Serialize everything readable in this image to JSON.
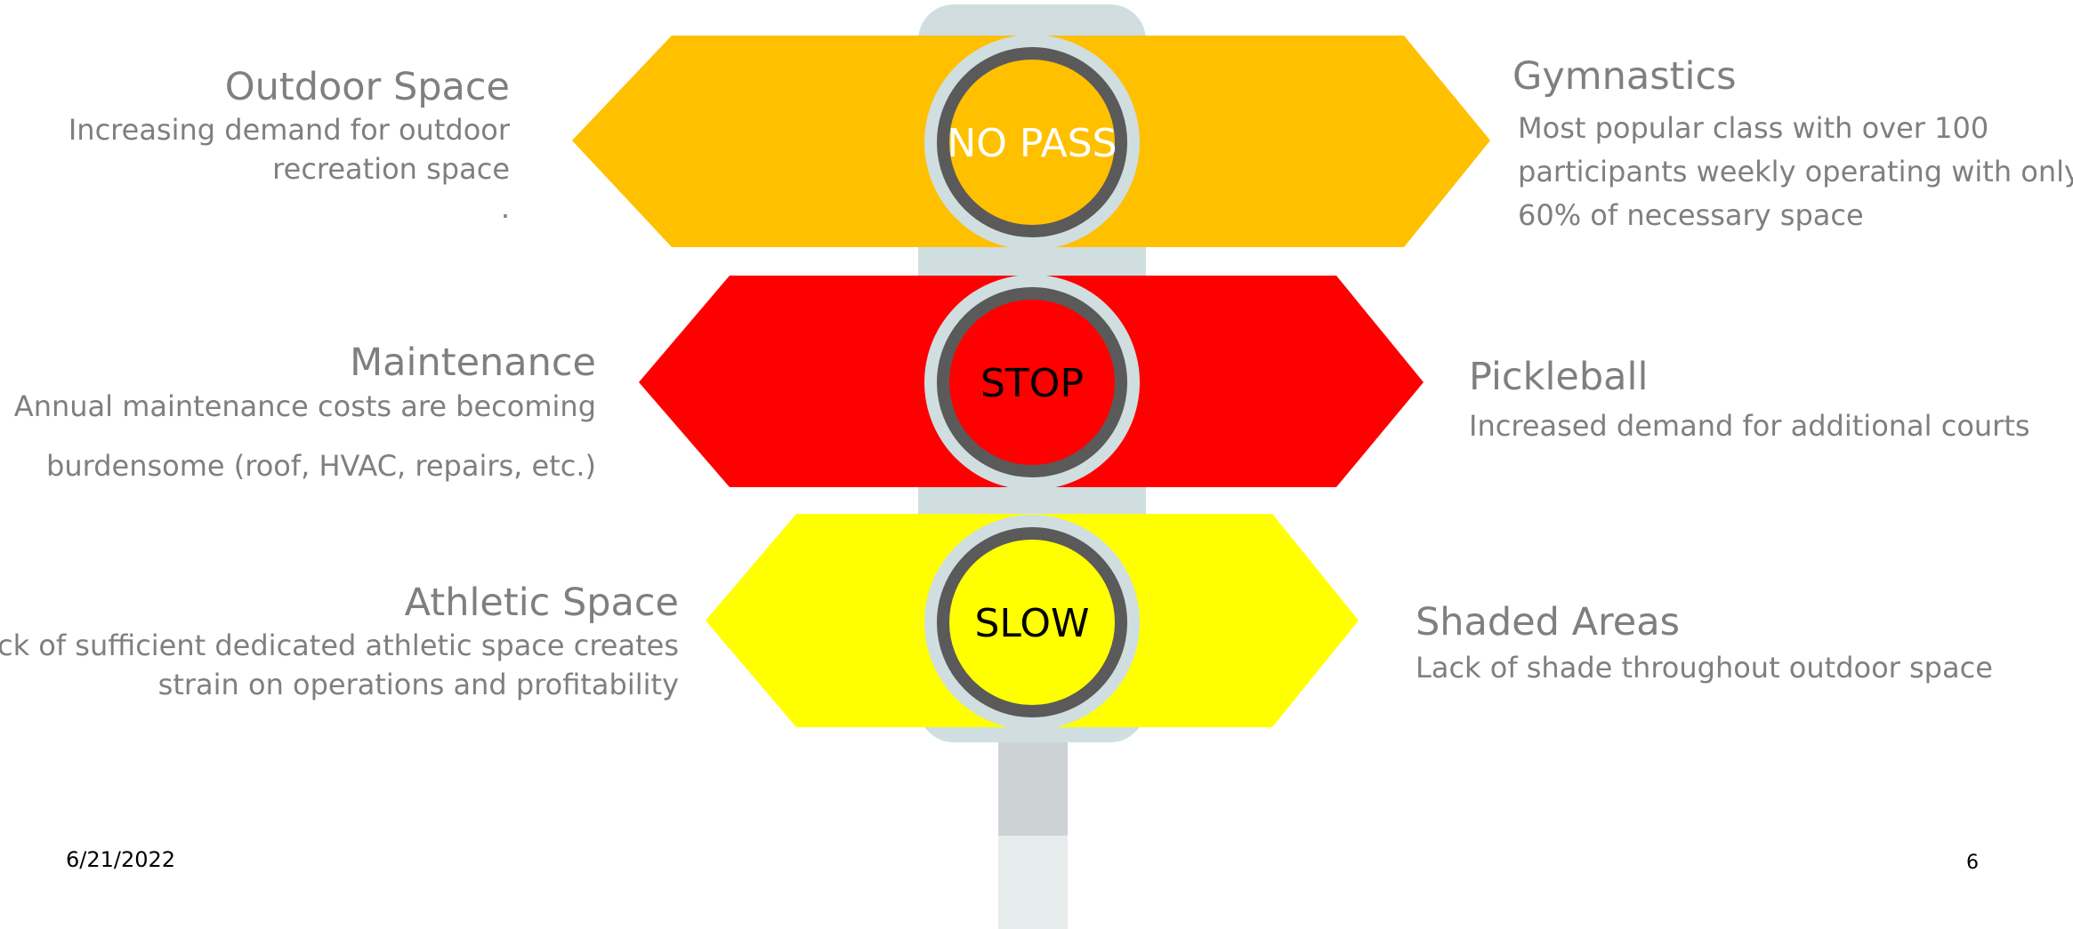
{
  "signal": {
    "top_label": "NO PASS",
    "middle_label": "STOP",
    "bottom_label": "SLOW"
  },
  "colors": {
    "top": "#FFC000",
    "middle": "#FF0000",
    "bottom": "#FFFF00",
    "pole": "#D0DEE0",
    "ring": "#5A5A5A",
    "text_gray": "#7F7F7F"
  },
  "signs": {
    "outdoor_space": {
      "title": "Outdoor Space",
      "lines": [
        "Increasing demand for outdoor",
        "recreation space",
        "."
      ]
    },
    "gymnastics": {
      "title": "Gymnastics",
      "lines": [
        "Most popular class with over 100",
        "participants weekly operating with only",
        "60% of necessary space"
      ]
    },
    "maintenance": {
      "title": "Maintenance",
      "lines": [
        "Annual maintenance costs are becoming",
        "burdensome (roof, HVAC, repairs, etc.)"
      ]
    },
    "pickleball": {
      "title": "Pickleball",
      "lines": [
        "Increased demand for additional courts"
      ]
    },
    "athletic_space": {
      "title": "Athletic Space",
      "lines": [
        "Lack of sufficient dedicated athletic space creates",
        "strain on operations and profitability"
      ]
    },
    "shaded_areas": {
      "title": "Shaded Areas",
      "lines": [
        "Lack of shade throughout outdoor space"
      ]
    }
  },
  "footer": {
    "date": "6/21/2022",
    "page_number": "6"
  }
}
